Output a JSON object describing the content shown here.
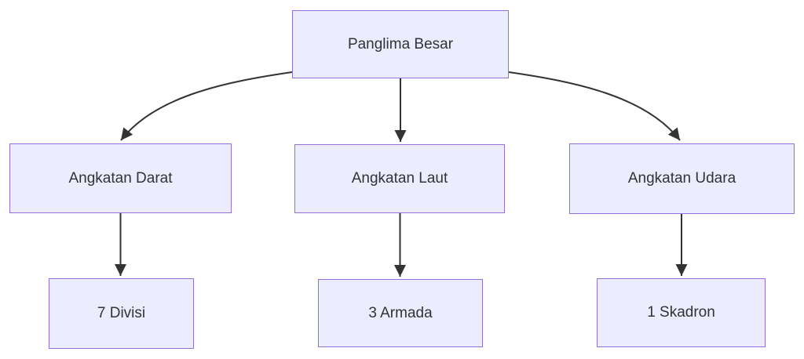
{
  "diagram": {
    "type": "flowchart",
    "direction": "top-down",
    "nodes": [
      {
        "id": "panglima",
        "label": "Panglima Besar"
      },
      {
        "id": "darat",
        "label": "Angkatan Darat"
      },
      {
        "id": "laut",
        "label": "Angkatan Laut"
      },
      {
        "id": "udara",
        "label": "Angkatan Udara"
      },
      {
        "id": "divisi",
        "label": "7 Divisi"
      },
      {
        "id": "armada",
        "label": "3 Armada"
      },
      {
        "id": "skadron",
        "label": "1 Skadron"
      }
    ],
    "edges": [
      {
        "from": "Panglima Besar",
        "to": "Angkatan Darat"
      },
      {
        "from": "Panglima Besar",
        "to": "Angkatan Laut"
      },
      {
        "from": "Panglima Besar",
        "to": "Angkatan Udara"
      },
      {
        "from": "Angkatan Darat",
        "to": "7 Divisi"
      },
      {
        "from": "Angkatan Laut",
        "to": "3 Armada"
      },
      {
        "from": "Angkatan Udara",
        "to": "1 Skadron"
      }
    ],
    "colors": {
      "node_fill": "#ECECFF",
      "node_border": "#9370DB",
      "text": "#333333",
      "arrow": "#333333",
      "background": "#FFFFFF"
    }
  }
}
